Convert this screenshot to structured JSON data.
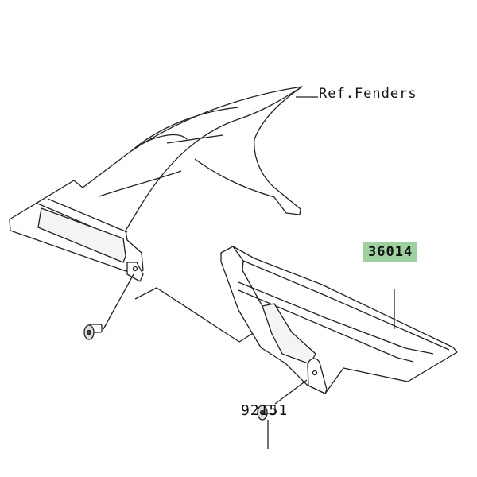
{
  "labels": {
    "reference": "Ref.Fenders",
    "chain_cover_part": "36014",
    "bolt_part": "92151"
  },
  "colors": {
    "highlight": "#9fd09f",
    "line": "#222222"
  }
}
